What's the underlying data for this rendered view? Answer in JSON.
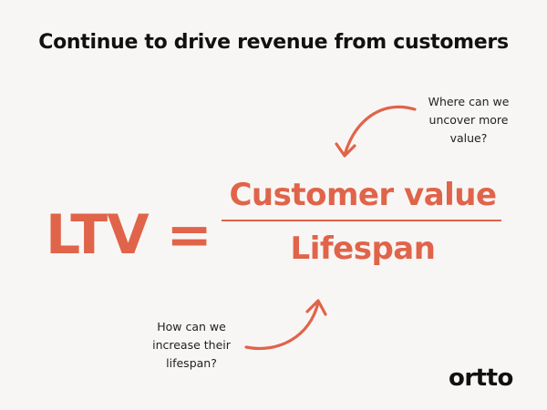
{
  "heading": "Continue to drive revenue from customers",
  "formula": {
    "lhs": "LTV =",
    "numerator": "Customer value",
    "denominator": "Lifespan"
  },
  "annotations": {
    "top": "Where can we\nuncover more\nvalue?",
    "bottom": "How can we\nincrease their\nlifespan?"
  },
  "brand": {
    "logo_text": "ortto"
  },
  "colors": {
    "accent": "#e0644a",
    "text": "#111111",
    "background": "#f8f6f4"
  }
}
